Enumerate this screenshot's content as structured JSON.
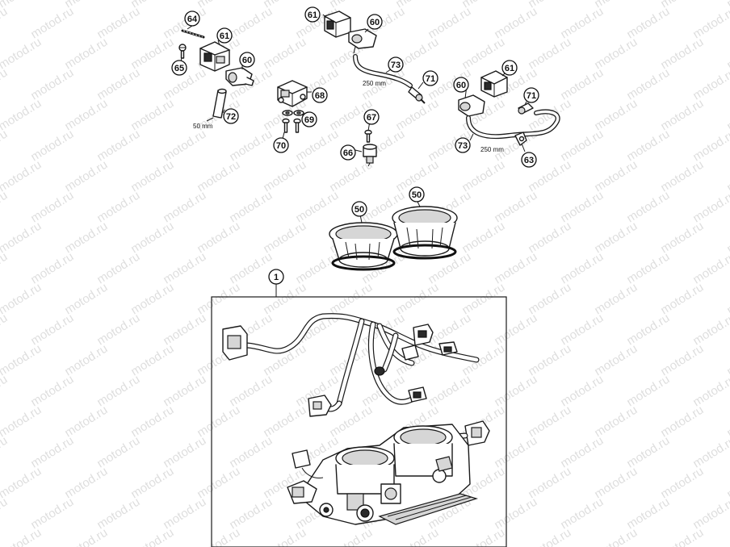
{
  "watermark": "motod.ru",
  "callouts": [
    {
      "id": "c64a",
      "label": "64"
    },
    {
      "id": "c61a",
      "label": "61"
    },
    {
      "id": "c65",
      "label": "65"
    },
    {
      "id": "c60a",
      "label": "60"
    },
    {
      "id": "c72",
      "label": "72"
    },
    {
      "id": "c61b",
      "label": "61"
    },
    {
      "id": "c60b",
      "label": "60"
    },
    {
      "id": "c73a",
      "label": "73"
    },
    {
      "id": "c71a",
      "label": "71"
    },
    {
      "id": "c68",
      "label": "68"
    },
    {
      "id": "c69",
      "label": "69"
    },
    {
      "id": "c70",
      "label": "70"
    },
    {
      "id": "c67",
      "label": "67"
    },
    {
      "id": "c66",
      "label": "66"
    },
    {
      "id": "c61c",
      "label": "61"
    },
    {
      "id": "c60c",
      "label": "60"
    },
    {
      "id": "c71b",
      "label": "71"
    },
    {
      "id": "c73b",
      "label": "73"
    },
    {
      "id": "c63",
      "label": "63"
    },
    {
      "id": "c50a",
      "label": "50"
    },
    {
      "id": "c50b",
      "label": "50"
    },
    {
      "id": "c1",
      "label": "1"
    }
  ],
  "dimensions": [
    {
      "id": "d50",
      "label": "50 mm"
    },
    {
      "id": "d250a",
      "label": "250 mm"
    },
    {
      "id": "d250b",
      "label": "250 mm"
    }
  ]
}
